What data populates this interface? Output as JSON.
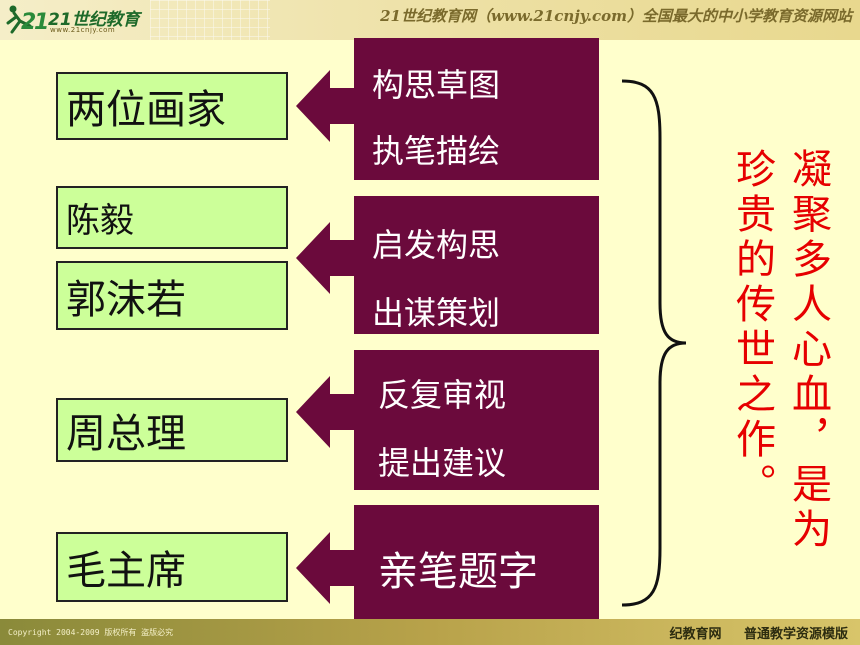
{
  "header": {
    "logo_text": "21世纪教育",
    "logo_url": "www.21cnjy.com",
    "title": "21世纪教育网（www.21cnjy.com）全国最大的中小学教育资源网站"
  },
  "left_boxes": [
    {
      "label": "两位画家"
    },
    {
      "label": "陈毅"
    },
    {
      "label": "郭沫若"
    },
    {
      "label": "周总理"
    },
    {
      "label": "毛主席"
    }
  ],
  "contributions": [
    {
      "lines": [
        "构思草图",
        "执笔描绘"
      ]
    },
    {
      "lines": [
        "启发构思",
        "出谋策划"
      ]
    },
    {
      "lines": [
        "反复审视",
        "提出建议"
      ]
    },
    {
      "lines": [
        "亲笔题字"
      ]
    }
  ],
  "conclusion": {
    "column_right": "凝聚多人心血，是为",
    "column_left": "珍贵的传世之作。"
  },
  "footer": {
    "copyright": "Copyright 2004-2009 版权所有 盗版必究",
    "site": "纪教育网",
    "template": "普通教学资源模版"
  },
  "colors": {
    "green_box": "#ccff99",
    "maroon_box": "#6b0a3c",
    "conclusion_text": "#e60000",
    "background": "#ffffcc"
  }
}
